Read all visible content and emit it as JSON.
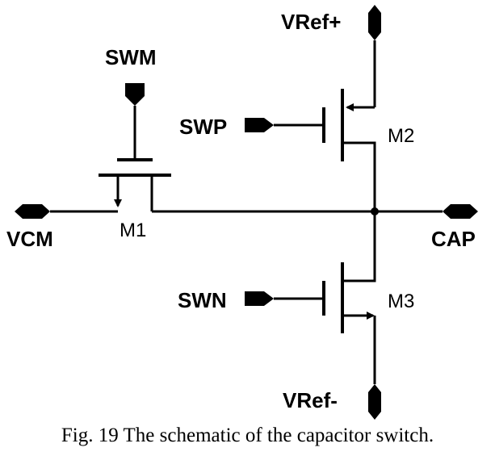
{
  "pins": {
    "vref_plus": "VRef+",
    "vref_minus": "VRef-",
    "swm": "SWM",
    "swp": "SWP",
    "swn": "SWN",
    "vcm": "VCM",
    "cap": "CAP"
  },
  "devices": {
    "m1": "M1",
    "m2": "M2",
    "m3": "M3"
  },
  "caption": "Fig. 19 The schematic of the capacitor switch."
}
